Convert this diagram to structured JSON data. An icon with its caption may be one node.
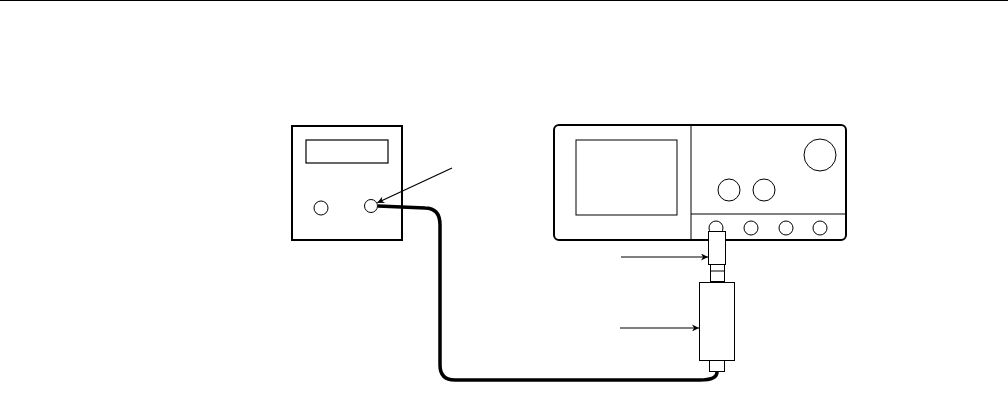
{
  "diagram": {
    "nodes": [
      {
        "text": [],
        "shape": "box"
      },
      {
        "text": [],
        "shape": "circle",
        "in": 0
      },
      {
        "text": [],
        "shape": "box"
      },
      {
        "text": [],
        "shape": "box"
      },
      {
        "text": [],
        "shape": "box"
      }
    ],
    "edges": [
      {
        "from": null,
        "to": 1,
        "arrow": "to"
      },
      {
        "from": 1,
        "to": 4,
        "arrow": "none",
        "style": "thick"
      },
      {
        "from": null,
        "to": 3,
        "arrow": "to"
      },
      {
        "from": null,
        "to": 4,
        "arrow": "to"
      }
    ]
  }
}
